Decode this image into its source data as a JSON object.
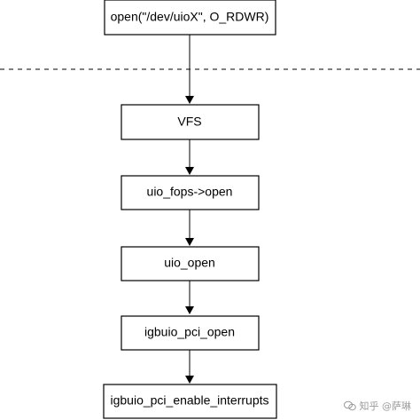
{
  "diagram": {
    "nodes": [
      {
        "id": "n0",
        "label": "open(\"/dev/uioX\", O_RDWR)"
      },
      {
        "id": "n1",
        "label": "VFS"
      },
      {
        "id": "n2",
        "label": "uio_fops->open"
      },
      {
        "id": "n3",
        "label": "uio_open"
      },
      {
        "id": "n4",
        "label": "igbuio_pci_open"
      },
      {
        "id": "n5",
        "label": "igbuio_pci_enable_interrupts"
      }
    ],
    "edges": [
      {
        "from": "n0",
        "to": "n1"
      },
      {
        "from": "n1",
        "to": "n2"
      },
      {
        "from": "n2",
        "to": "n3"
      },
      {
        "from": "n3",
        "to": "n4"
      },
      {
        "from": "n4",
        "to": "n5"
      }
    ],
    "separator": "dashed"
  },
  "watermark": {
    "text": "知乎 @萨琳"
  }
}
